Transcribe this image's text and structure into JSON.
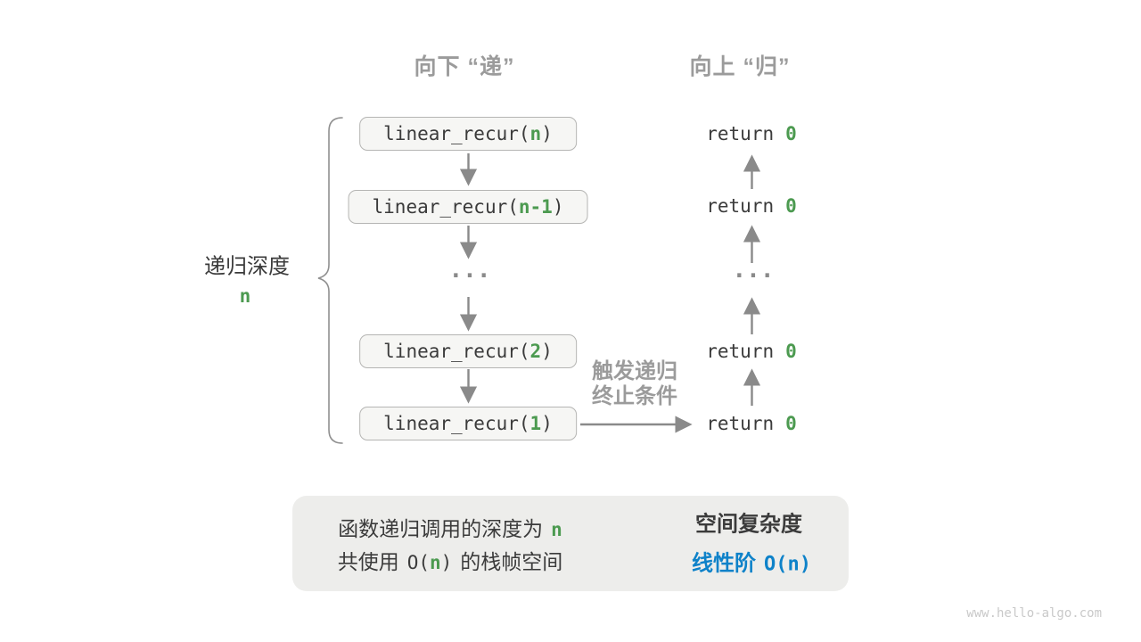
{
  "colors": {
    "accent_green": "#4C9A50",
    "accent_blue": "#0E82C9",
    "text_dark": "#3B3B3B",
    "text_gray": "#9B9B9B",
    "arrow_gray": "#8A8A8A",
    "box_fill": "#F6F6F4",
    "box_border": "#B5B5B3",
    "panel_fill": "#EDEDEB"
  },
  "headers": {
    "descend": "向下 “递”",
    "ascend": "向上 “归”"
  },
  "depth": {
    "label": "递归深度",
    "value": "n"
  },
  "calls": [
    {
      "pre": "linear_recur(",
      "arg": "n",
      "post": ")"
    },
    {
      "pre": "linear_recur(",
      "arg": "n-1",
      "post": ")"
    },
    {
      "pre": "linear_recur(",
      "arg": "2",
      "post": ")"
    },
    {
      "pre": "linear_recur(",
      "arg": "1",
      "post": ")"
    }
  ],
  "returns": [
    {
      "keyword": "return",
      "value": "0"
    },
    {
      "keyword": "return",
      "value": "0"
    },
    {
      "keyword": "return",
      "value": "0"
    },
    {
      "keyword": "return",
      "value": "0"
    }
  ],
  "ellipsis": "...",
  "trigger": {
    "line1": "触发递归",
    "line2": "终止条件"
  },
  "summary": {
    "line1_text": "函数递归调用的深度为",
    "line1_accent": "n",
    "line2_pre": "共使用",
    "line2_open": "O(",
    "line2_accent": "n",
    "line2_close": ")",
    "line2_post": "的栈帧空间",
    "result_title": "空间复杂度",
    "result_prefix": "线性阶",
    "result_value": "O(n)"
  },
  "watermark": "www.hello-algo.com"
}
